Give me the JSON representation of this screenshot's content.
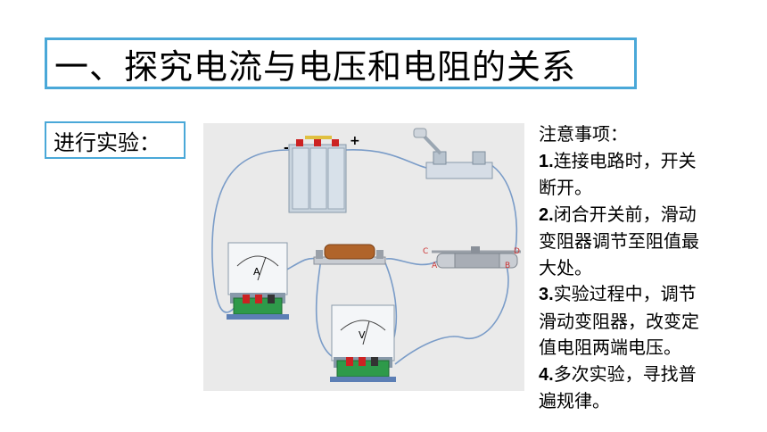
{
  "title": "一、探究电流与电压和电阻的关系",
  "section_label": "进行实验：",
  "circuit": {
    "battery_minus": "-",
    "battery_plus": "+",
    "ammeter_letter": "A",
    "voltmeter_letter": "V",
    "rheostat_c": "C",
    "rheostat_d": "D",
    "rheostat_a": "A",
    "rheostat_b": "B"
  },
  "notes": {
    "heading": "注意事项：",
    "items": [
      {
        "num": "1.",
        "lines": [
          "连接电路时，开关",
          "断开。"
        ]
      },
      {
        "num": "2.",
        "lines": [
          "闭合开关前，滑动",
          "变阻器调节至阻值最",
          "大处。"
        ]
      },
      {
        "num": "3.",
        "lines": [
          "实验过程中，调节",
          "滑动变阻器，改变定",
          "值电阻两端电压。"
        ]
      },
      {
        "num": "4.",
        "lines": [
          "多次实验，寻找普",
          "遍规律。"
        ]
      }
    ]
  }
}
